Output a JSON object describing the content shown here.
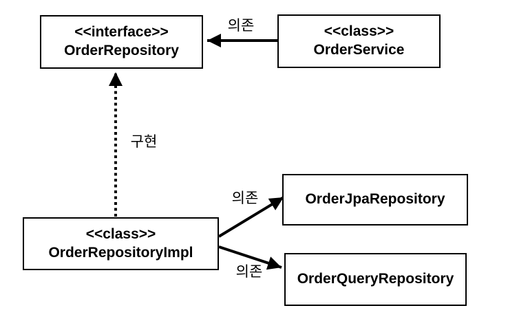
{
  "diagram": {
    "colors": {
      "background": "#ffffff",
      "line": "#000000",
      "text": "#000000"
    },
    "nodes": [
      {
        "id": "order-repository",
        "stereotype": "<<interface>>",
        "name": "OrderRepository"
      },
      {
        "id": "order-service",
        "stereotype": "<<class>>",
        "name": "OrderService"
      },
      {
        "id": "order-repository-impl",
        "stereotype": "<<class>>",
        "name": "OrderRepositoryImpl"
      },
      {
        "id": "order-jpa-repository",
        "name": "OrderJpaRepository"
      },
      {
        "id": "order-query-repository",
        "name": "OrderQueryRepository"
      }
    ],
    "edges": [
      {
        "from": "OrderService",
        "to": "OrderRepository",
        "label": "의존",
        "style": "solid-arrow"
      },
      {
        "from": "OrderRepositoryImpl",
        "to": "OrderRepository",
        "label": "구현",
        "style": "dotted-arrow"
      },
      {
        "from": "OrderRepositoryImpl",
        "to": "OrderJpaRepository",
        "label": "의존",
        "style": "solid-arrow"
      },
      {
        "from": "OrderRepositoryImpl",
        "to": "OrderQueryRepository",
        "label": "의존",
        "style": "solid-arrow"
      }
    ]
  }
}
